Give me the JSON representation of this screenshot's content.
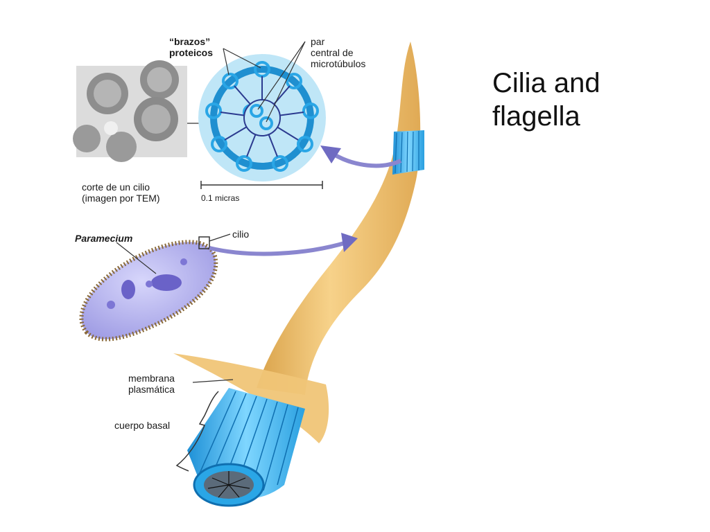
{
  "title": {
    "line1": "Cilia and",
    "line2": "flagella"
  },
  "labels": {
    "arms_line1": "“brazos”",
    "arms_line2": "proteicos",
    "pair_line1": "par",
    "pair_line2": "central de",
    "pair_line3": "microtúbulos",
    "section_line1": "corte de un cilio",
    "section_line2": "(imagen por TEM)",
    "scale": "0.1 micras",
    "paramecium": "Paramecium",
    "cilium": "cilio",
    "membrane_line1": "membrana",
    "membrane_line2": "plasmática",
    "basal_body": "cuerpo basal"
  },
  "colors": {
    "cilium_shaft": "#f2c26b",
    "microtubule": "#3fb4ea",
    "cross_section_bg": "#bfe6f7",
    "paramecium": "#b6b4ee",
    "arrow": "#7f7ec9"
  }
}
